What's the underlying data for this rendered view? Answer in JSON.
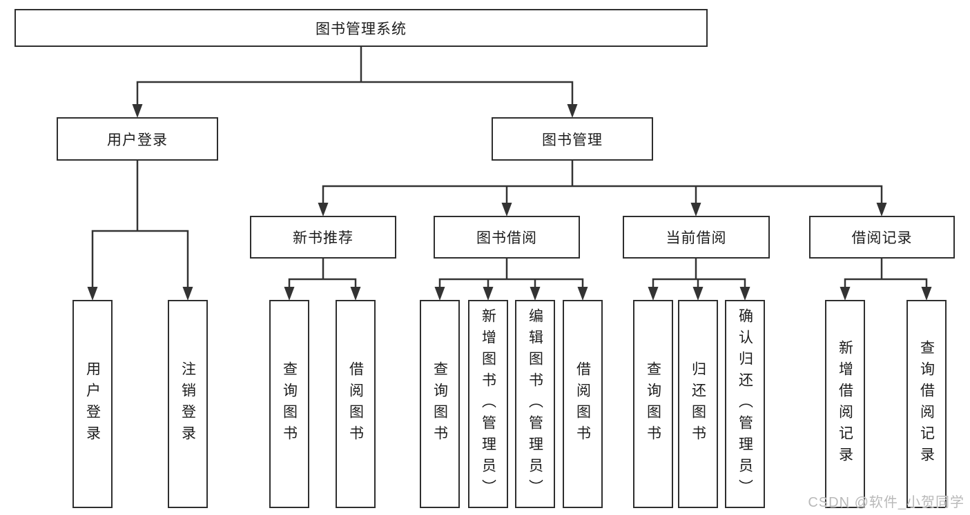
{
  "colors": {
    "line": "#333333",
    "box-border": "#2e2e2e",
    "text": "#1c1c1c",
    "watermark": "#b9b9b9",
    "background": "#ffffff"
  },
  "watermark": "CSDN @软件_小贺同学",
  "tree": {
    "root": {
      "label": "图书管理系统",
      "children": [
        {
          "label": "用户登录",
          "children": [
            {
              "label": "用户登录"
            },
            {
              "label": "注销登录"
            }
          ]
        },
        {
          "label": "图书管理",
          "children": [
            {
              "label": "新书推荐",
              "children": [
                {
                  "label": "查询图书"
                },
                {
                  "label": "借阅图书"
                }
              ]
            },
            {
              "label": "图书借阅",
              "children": [
                {
                  "label": "查询图书"
                },
                {
                  "label": "新增图书（管理员）"
                },
                {
                  "label": "编辑图书（管理员）"
                },
                {
                  "label": "借阅图书"
                }
              ]
            },
            {
              "label": "当前借阅",
              "children": [
                {
                  "label": "查询图书"
                },
                {
                  "label": "归还图书"
                },
                {
                  "label": "确认归还（管理员）"
                }
              ]
            },
            {
              "label": "借阅记录",
              "children": [
                {
                  "label": "新增借阅记录"
                },
                {
                  "label": "查询借阅记录"
                }
              ]
            }
          ]
        }
      ]
    }
  }
}
